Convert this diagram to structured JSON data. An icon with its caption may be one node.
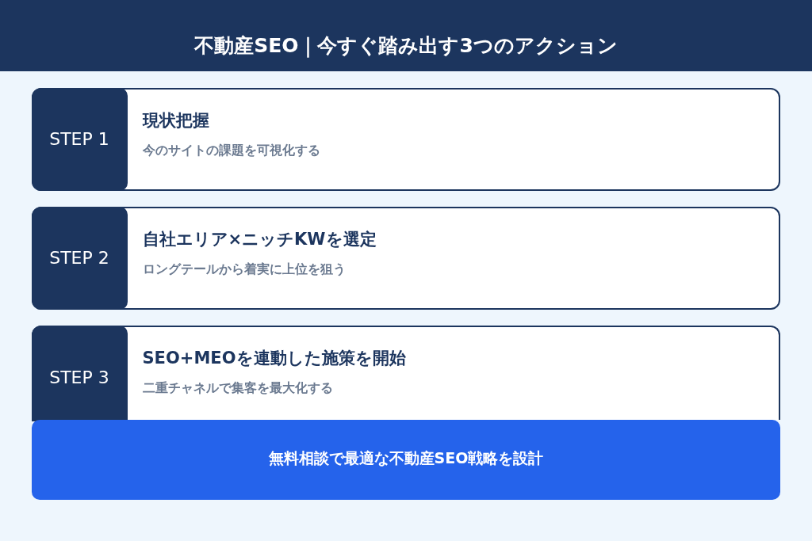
{
  "diagram": {
    "title": "不動産SEO｜今すぐ踏み出す3つのアクション",
    "nodes": [
      {
        "text": [
          "現状把握",
          "今のサイトの課題を可視化する"
        ]
      },
      {
        "text": [
          "STEP 1"
        ],
        "in": 0
      },
      {
        "text": [
          "自社エリア×ニッチKWを選定",
          "ロングテールから着実に上位を狙う"
        ]
      },
      {
        "text": [
          "STEP 2"
        ],
        "in": 2
      },
      {
        "text": [
          "SEO+MEOを連動した施策を開始",
          "二重チャネルで集客を最大化する"
        ]
      },
      {
        "text": [
          "STEP 3"
        ],
        "in": 4
      },
      {
        "text": [
          "無料相談で最適な不動産SEO戦略を設計"
        ]
      }
    ]
  }
}
